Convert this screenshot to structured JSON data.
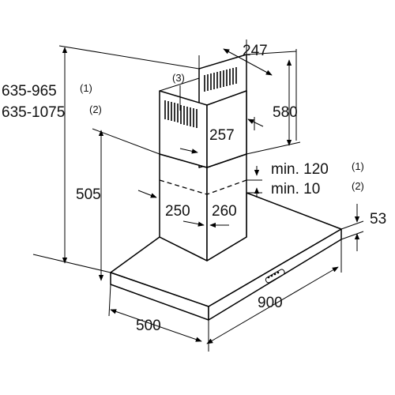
{
  "dimensions": {
    "height_total_1": "635-965",
    "height_total_1_note": "(1)",
    "height_total_2": "635-1075",
    "height_total_2_note": "(2)",
    "chimney_top_width": "247",
    "upper_chimney_height": "580",
    "upper_chimney_depth": "257",
    "canopy_height": "505",
    "min_gap_1": "min. 120",
    "min_gap_1_note": "(1)",
    "min_gap_2": "min. 10",
    "min_gap_2_note": "(2)",
    "lower_chimney_depth": "250",
    "lower_chimney_width": "260",
    "hood_thickness": "53",
    "hood_width": "900",
    "hood_depth": "500"
  },
  "callouts": {
    "vent_marker": "(3)"
  }
}
